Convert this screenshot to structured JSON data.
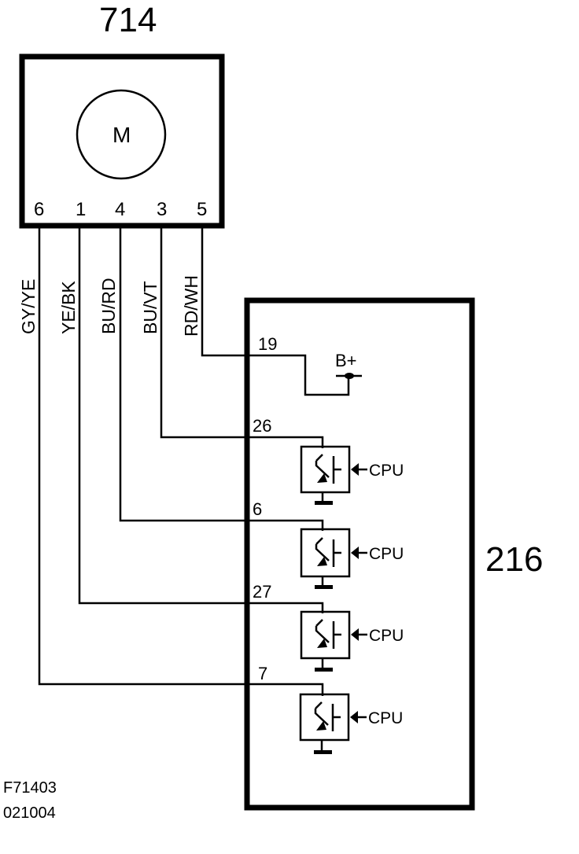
{
  "diagram": {
    "motor_component": {
      "id": "714",
      "symbol": "M",
      "pins": [
        "6",
        "1",
        "4",
        "3",
        "5"
      ]
    },
    "wires": [
      {
        "pin": "6",
        "color": "GY/YE",
        "ecu_pin": "7"
      },
      {
        "pin": "1",
        "color": "YE/BK",
        "ecu_pin": "27"
      },
      {
        "pin": "4",
        "color": "BU/RD",
        "ecu_pin": "6"
      },
      {
        "pin": "3",
        "color": "BU/VT",
        "ecu_pin": "26"
      },
      {
        "pin": "5",
        "color": "RD/WH",
        "ecu_pin": "19"
      }
    ],
    "control_module": {
      "id": "216",
      "supply_pin": "19",
      "supply_label": "B+",
      "drivers": [
        {
          "pin": "26",
          "input": "CPU"
        },
        {
          "pin": "6",
          "input": "CPU"
        },
        {
          "pin": "27",
          "input": "CPU"
        },
        {
          "pin": "7",
          "input": "CPU"
        }
      ]
    },
    "figure_code": "F71403",
    "date_code": "021004"
  }
}
